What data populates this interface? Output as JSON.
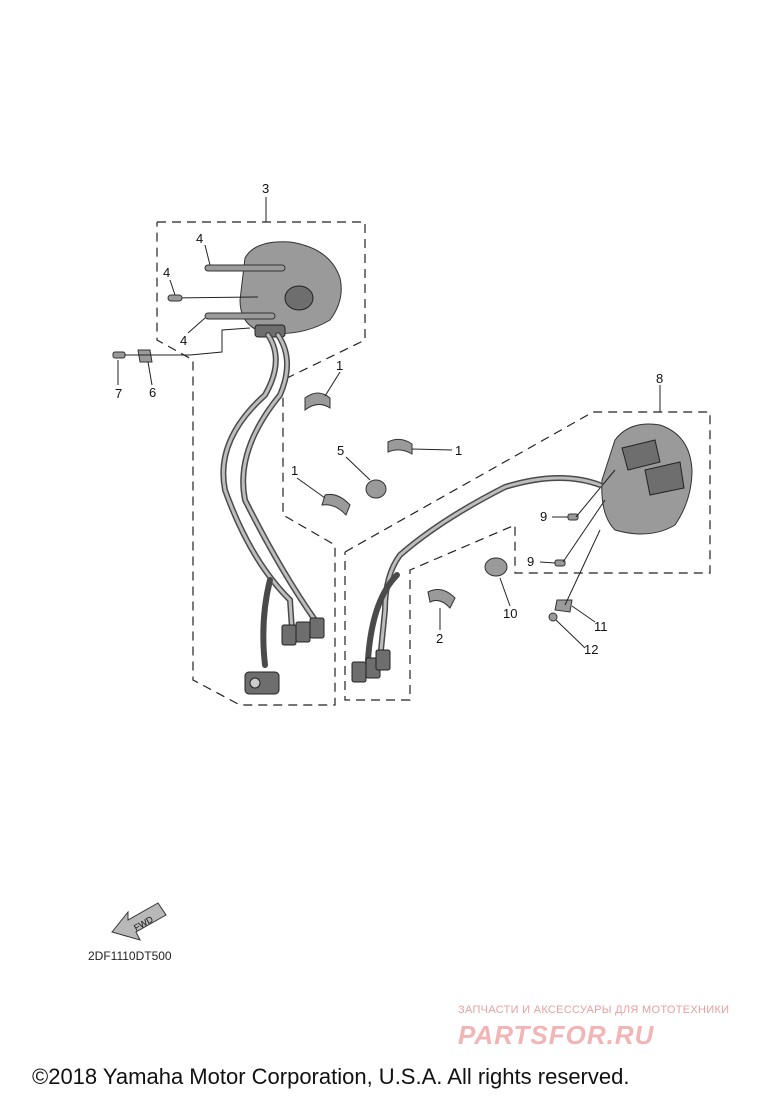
{
  "diagram": {
    "callouts": {
      "c1a": "1",
      "c1b": "1",
      "c1c": "1",
      "c2": "2",
      "c3": "3",
      "c4a": "4",
      "c4b": "4",
      "c4c": "4",
      "c5": "5",
      "c6": "6",
      "c7": "7",
      "c8": "8",
      "c9a": "9",
      "c9b": "9",
      "c10": "10",
      "c11": "11",
      "c12": "12"
    },
    "fwd_label": "FWD",
    "code": "2DF1110DT500"
  },
  "watermark": {
    "tagline": "ЗАПЧАСТИ И АКСЕССУАРЫ ДЛЯ МОТОТЕХНИКИ",
    "logo": "PARTSFOR.RU"
  },
  "footer": {
    "copyright": "©2018 Yamaha Motor Corporation, U.S.A. All rights reserved."
  },
  "colors": {
    "line": "#222222",
    "part_fill": "#9a9a9a",
    "watermark": "#f2b4b4"
  }
}
